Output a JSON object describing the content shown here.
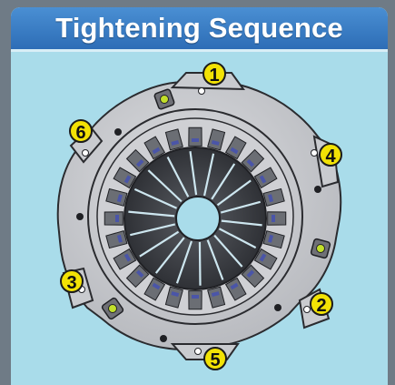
{
  "banner": {
    "title": "Tightening Sequence"
  },
  "labels": [
    {
      "id": "bolt-1",
      "text": "1"
    },
    {
      "id": "bolt-2",
      "text": "2"
    },
    {
      "id": "bolt-3",
      "text": "3"
    },
    {
      "id": "bolt-4",
      "text": "4"
    },
    {
      "id": "bolt-5",
      "text": "5"
    },
    {
      "id": "bolt-6",
      "text": "6"
    }
  ],
  "colors": {
    "background": "#a9dcea",
    "banner": "#3b7fc6",
    "label_fill": "#f2e205",
    "hub_spline": "#4a55a8"
  }
}
